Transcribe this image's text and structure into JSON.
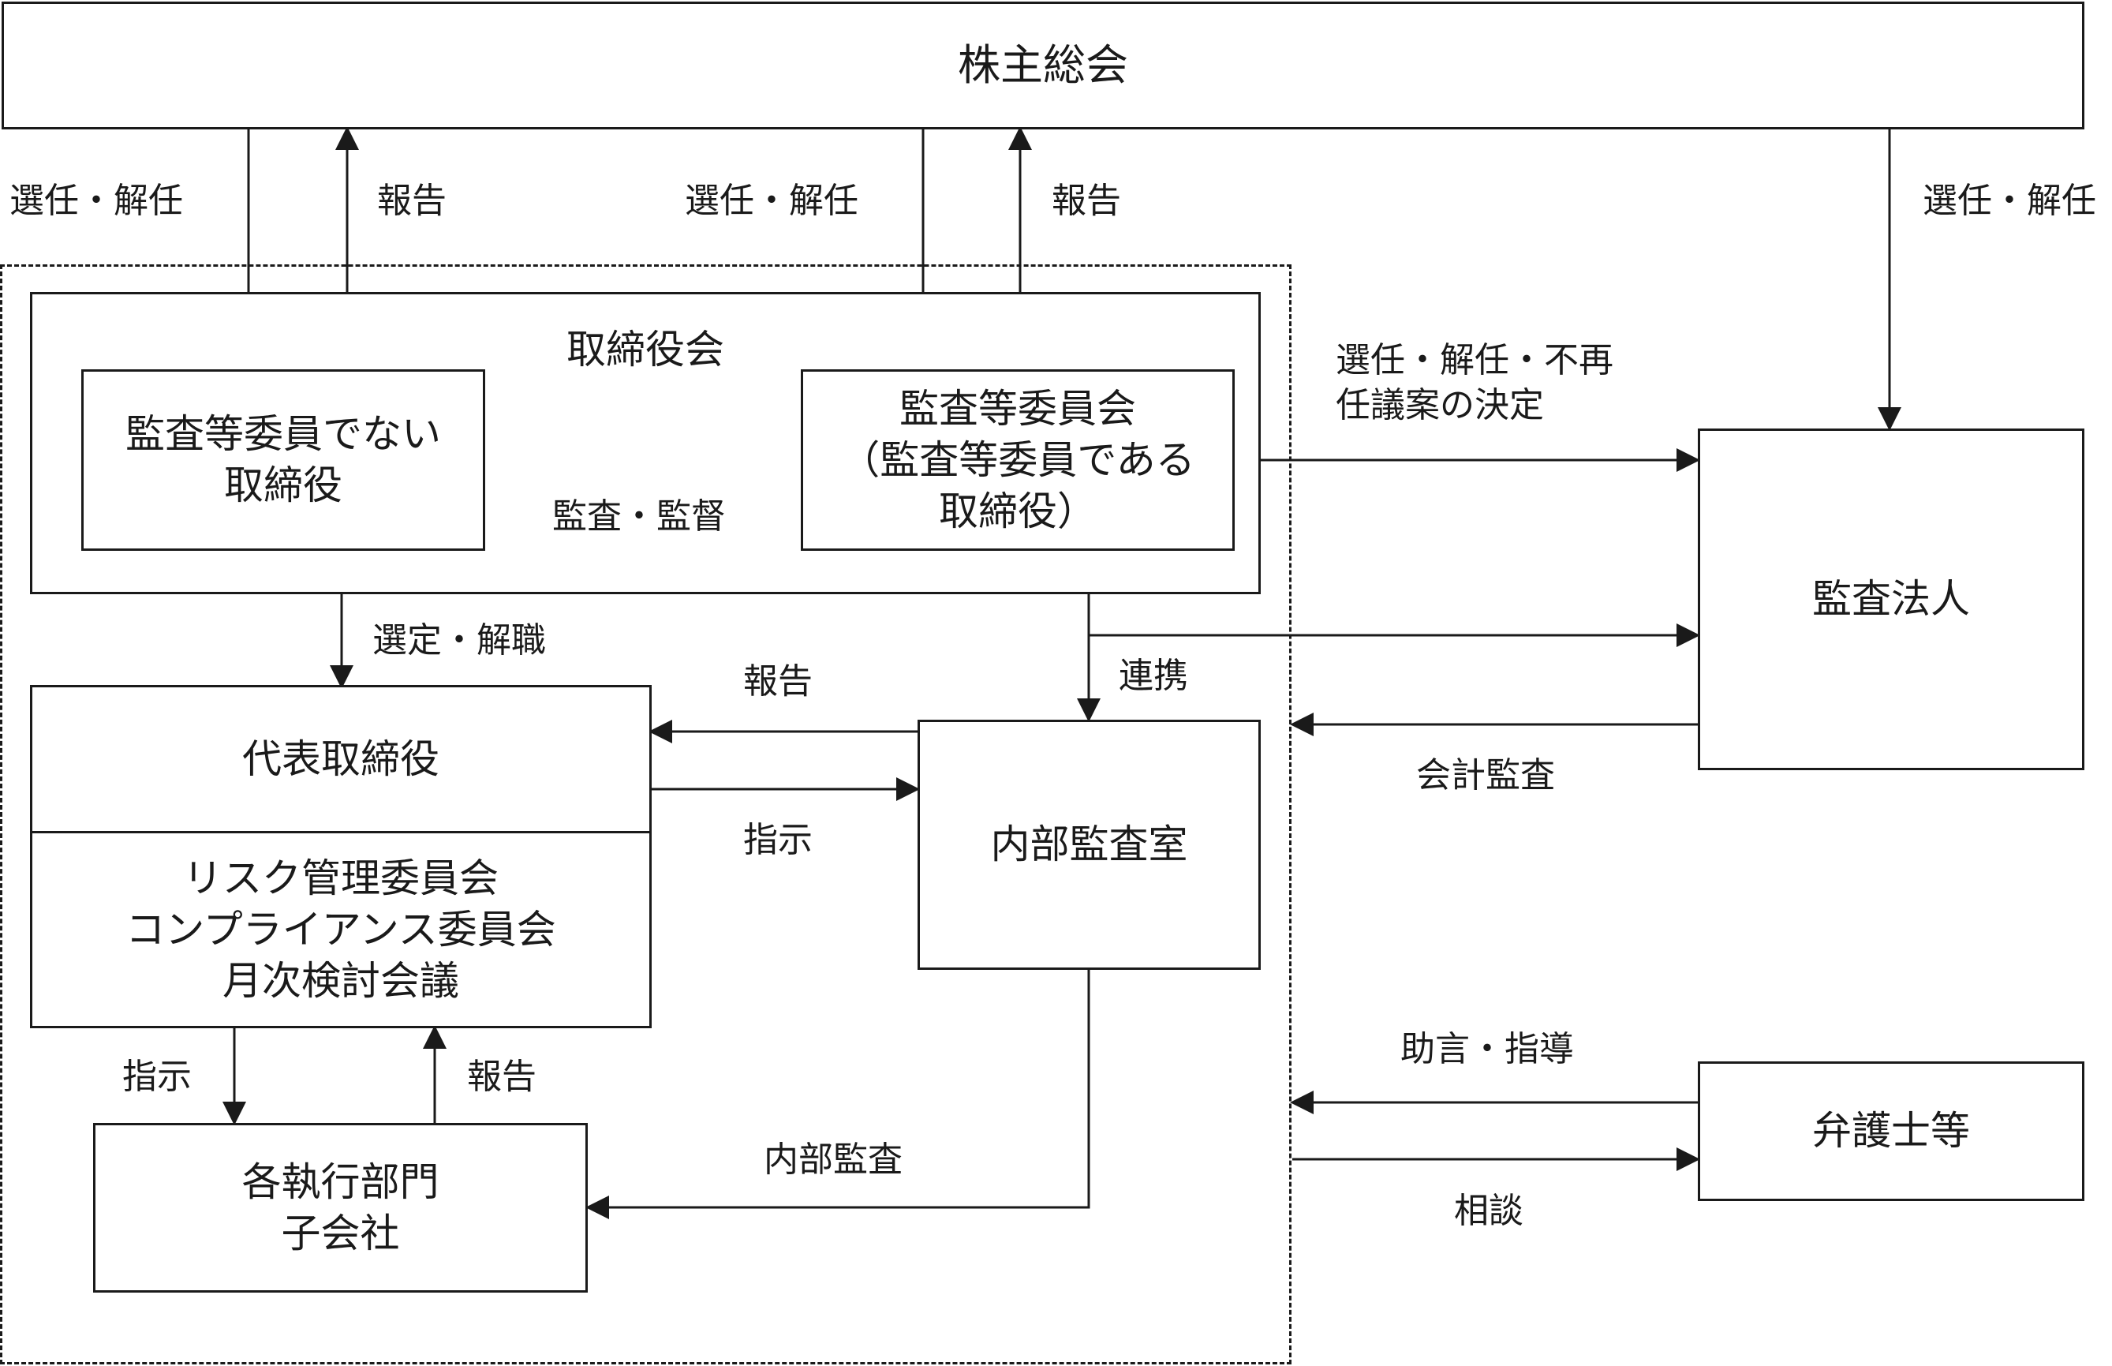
{
  "boxes": {
    "shareholders": "株主総会",
    "board": "取締役会",
    "non_audit_directors": "監査等委員でない\n取締役",
    "audit_committee": "監査等委員会\n（監査等委員である\n取締役）",
    "auditor_firm": "監査法人",
    "ceo": "代表取締役",
    "committees": "リスク管理委員会\nコンプライアンス委員会\n月次検討会議",
    "internal_audit": "内部監査室",
    "departments": "各執行部門\n子会社",
    "lawyers": "弁護士等"
  },
  "labels": {
    "elect_dismiss_1": "選任・解任",
    "report_1": "報告",
    "elect_dismiss_2": "選任・解任",
    "report_2": "報告",
    "elect_dismiss_3": "選任・解任",
    "audit_supervise": "監査・監督",
    "nonreappoint": "選任・解任・不再\n任議案の決定",
    "select_remove": "選定・解職",
    "report_3": "報告",
    "cooperation": "連携",
    "instruction_1": "指示",
    "accounting_audit": "会計監査",
    "instruction_2": "指示",
    "report_4": "報告",
    "internal_audit_label": "内部監査",
    "advice": "助言・指導",
    "consult": "相談"
  }
}
